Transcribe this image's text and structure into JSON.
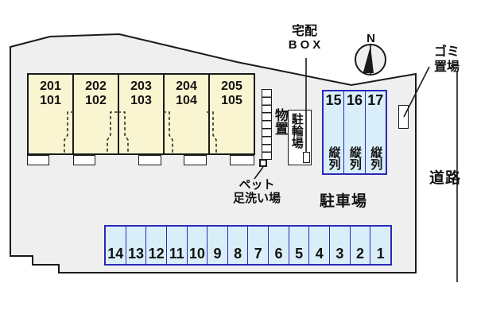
{
  "site": {
    "compass_label": "N",
    "road_label": "道路",
    "parking_lot_label": "駐車場",
    "garbage_label_line1": "ゴミ",
    "garbage_label_line2": "置場",
    "delivery_label_line1": "宅配",
    "delivery_label_line2": "BOX",
    "pet_label_line1": "ペット",
    "pet_label_line2": "足洗い場",
    "storage_label": "物置",
    "bike_shed_label": "駐輪場"
  },
  "building": {
    "units": [
      {
        "upper": "201",
        "lower": "101"
      },
      {
        "upper": "202",
        "lower": "102"
      },
      {
        "upper": "203",
        "lower": "103"
      },
      {
        "upper": "204",
        "lower": "104"
      },
      {
        "upper": "205",
        "lower": "105"
      }
    ]
  },
  "tandem_spots": [
    {
      "number": "15",
      "label": "縦列"
    },
    {
      "number": "16",
      "label": "縦列"
    },
    {
      "number": "17",
      "label": "縦列"
    }
  ],
  "row_spots": [
    "14",
    "13",
    "12",
    "11",
    "10",
    "9",
    "8",
    "7",
    "6",
    "5",
    "4",
    "3",
    "2",
    "1"
  ],
  "colors": {
    "site_fill": "#efefef",
    "building_fill": "#faf5d1",
    "parking_fill": "#d9eef8",
    "parking_border": "#2929b8",
    "outline": "#1a1a1a"
  }
}
